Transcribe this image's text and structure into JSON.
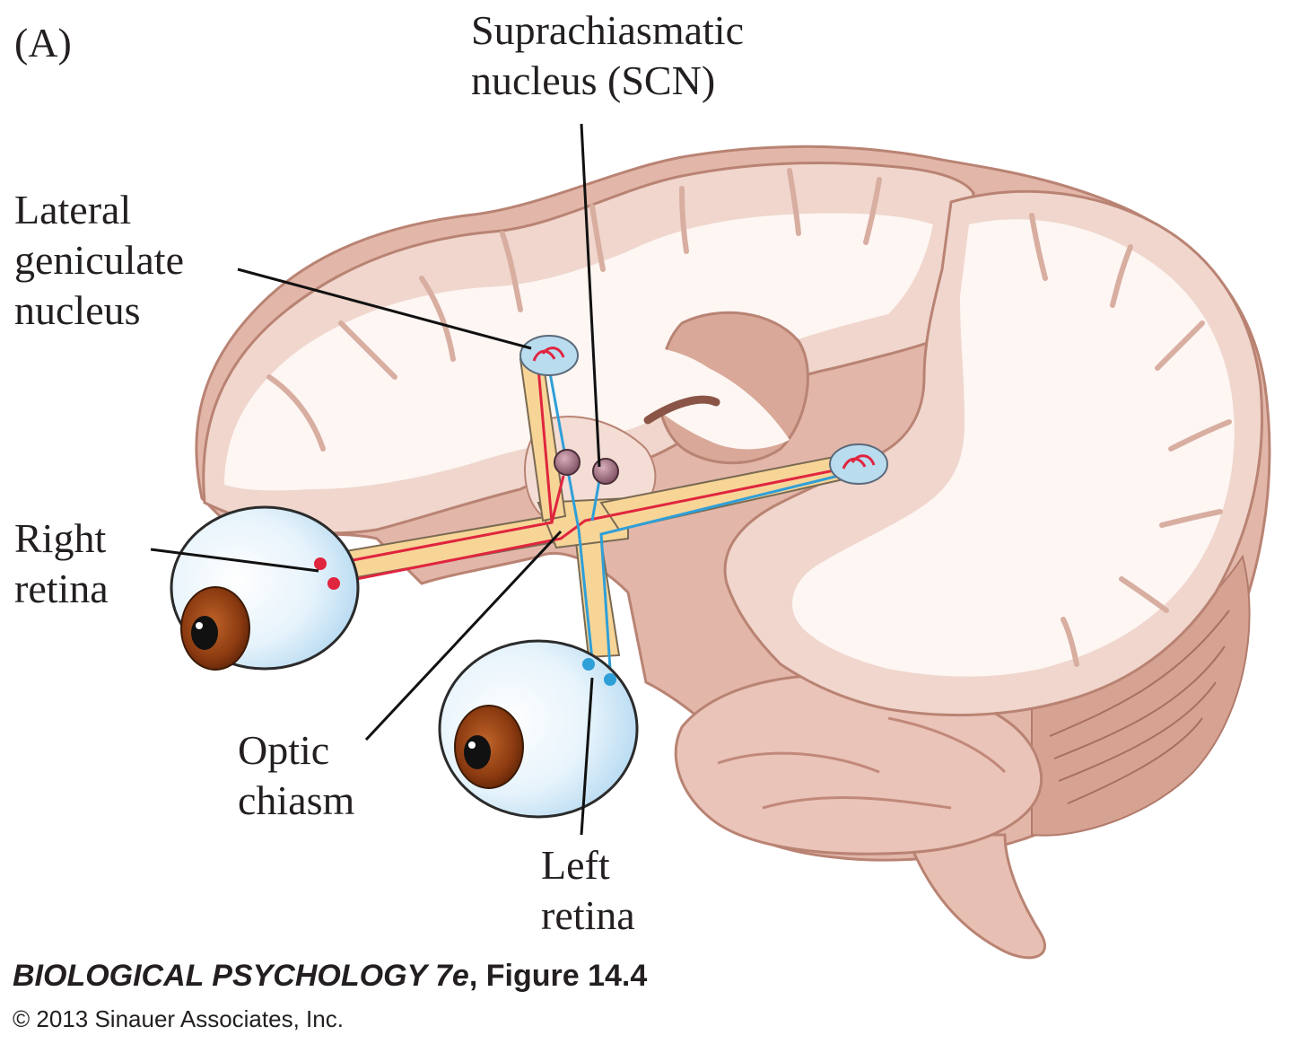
{
  "panel_label": "(A)",
  "labels": {
    "scn": [
      "Suprachiasmatic",
      "nucleus (SCN)"
    ],
    "lgn": [
      "Lateral",
      "geniculate",
      "nucleus"
    ],
    "right_retina": [
      "Right",
      "retina"
    ],
    "optic_chiasm": [
      "Optic",
      "chiasm"
    ],
    "left_retina": [
      "Left",
      "retina"
    ]
  },
  "credit": {
    "book_title": "BIOLOGICAL PSYCHOLOGY 7e",
    "figure": ", Figure 14.4",
    "copyright": "© 2013 Sinauer Associates, Inc."
  },
  "colors": {
    "brain_surface": "#eccfc6",
    "brain_shadow": "#c99a8d",
    "white_matter": "#fdf4f1",
    "optic_tract": "#f7d597",
    "right_eye_fiber": "#e0253f",
    "left_eye_fiber": "#2f9fd8",
    "eye_fill": "#d5ecf8",
    "iris": "#8b3a10"
  }
}
